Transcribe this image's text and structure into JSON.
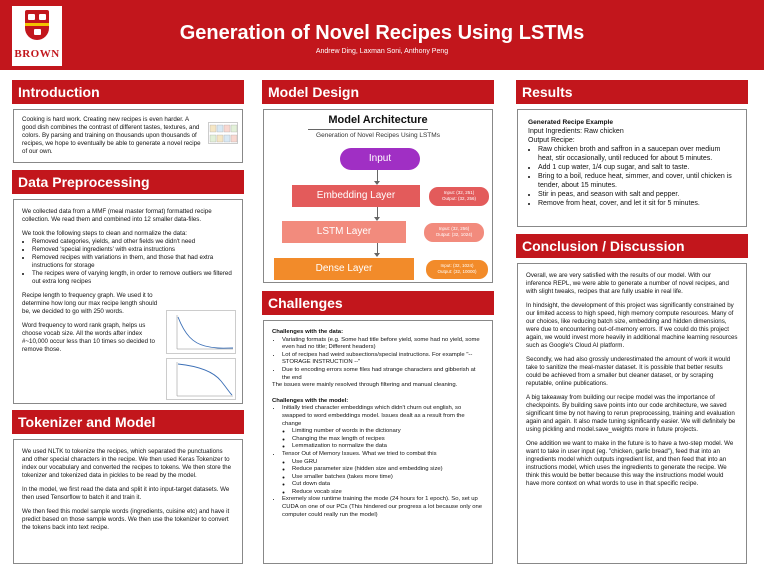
{
  "header": {
    "title": "Generation of Novel Recipes Using LSTMs",
    "authors": "Andrew Ding, Laxman Soni, Anthony Peng",
    "logo_text": "BROWN",
    "background_color": "#c2161c"
  },
  "introduction": {
    "heading": "Introduction",
    "text": "Cooking is hard work. Creating new recipes is even harder. A good dish combines the contrast of different tastes, textures, and colors. By parsing and training on thousands upon thousands of recipes, we hope to eventually be able to generate a novel recipe of our own."
  },
  "data_preprocessing": {
    "heading": "Data Preprocessing",
    "p1": "We collected data from a MMF (meal master format) formatted recipe collection. We read them and combined into 12 smaller data-files.",
    "p2": "We took the following steps to clean and normalize the data:",
    "steps": [
      "Removed categories, yields, and other fields we didn't need",
      "Removed 'special ingredients' with extra instructions",
      "Removed recipes with variations in them, and those that had extra instructions for storage",
      "The recipes were of varying length, in order to remove outliers we filtered out extra long recipes"
    ],
    "p3": "Recipe length to frequency graph. We used it to determine how long our max recipe length should be, we decided to go with 250 words.",
    "p4": "Word frequency to word rank graph, helps us choose vocab size. All the words after index #~10,000 occur less than 10 times so decided to remove those."
  },
  "tokenizer": {
    "heading": "Tokenizer and Model",
    "p1": "We used NLTK to tokenize the recipes, which separated the punctuations and other special characters in the recipe. We then used Keras Tokenizer to index our vocabulary and converted the recipes to tokens. We then store the tokenizer and tokenized data in pickles to be read by the model.",
    "p2": "In the model, we first read the data and split it into input-target datasets. We then used Tensorflow to batch it and train it.",
    "p3": "We then feed this model sample words (ingredients, cuisine etc) and have it predict based on those sample words. We then use the tokenizer to convert the tokens back into text recipe."
  },
  "model_design": {
    "heading": "Model Design",
    "arch_title": "Model Architecture",
    "arch_subtitle": "Generation of Novel Recipes Using LSTMs",
    "nodes": [
      {
        "label": "Input",
        "color": "#a02fc4"
      },
      {
        "label": "Embedding Layer",
        "color": "#e35b5b",
        "shape": "Input: (32, 251)\nOutput: (32, 256)"
      },
      {
        "label": "LSTM Layer",
        "color": "#f28b7d",
        "shape": "Input: (32, 256)\nOutput: (32, 1024)"
      },
      {
        "label": "Dense Layer",
        "color": "#f28b2a",
        "shape": "Input: (32, 1024)\nOutput: (32, 10000)"
      }
    ]
  },
  "challenges": {
    "heading": "Challenges",
    "data_title": "Challenges with the data:",
    "data_items": [
      "Variating formats (e.g. Some had title before yield, some had no yield, some even had no title; Different headers)",
      "Lot of recipes had weird subsections/special instructions. For example \"-- STORAGE INSTRUCTION --\"",
      "Due to encoding errors some files had strange characters and gibberish at the end"
    ],
    "data_note": "The issues were mainly resolved through filtering and manual cleaning.",
    "model_title": "Challenges with the model:",
    "model_item1": "Initially tried character embeddings which didn't churn out english, so swapped to word embeddings model. Issues dealt as a result from the change",
    "model_sub1": [
      "Limiting number of words in the dictionary",
      "Changing the max length of recipes",
      "Lemmatization to normalize the data"
    ],
    "model_item2": "Tensor Out of Memory Issues. What we tried to combat this",
    "model_sub2": [
      "Use GRU",
      "Reduce parameter size (hidden size and embedding size)",
      "Use smaller batches (takes more time)",
      "Cut down data",
      "Reduce vocab size"
    ],
    "model_item3": "Exremely slow runtime training the mode (24 hours for 1 epoch). So, set up CUDA on one of our PCs (This hindered our progress a lot because only one computer could really run the model)"
  },
  "results": {
    "heading": "Results",
    "example_title": "Generated Recipe Example",
    "ingredients": "Input Ingredients: Raw chicken",
    "output_label": "Output Recipe:",
    "steps": [
      "Raw chicken broth and saffron in a saucepan over medium heat, stir occasionally, until reduced for about 5 minutes.",
      "Add 1 cup water, 1/4 cup sugar, and salt to taste.",
      "Bring to a boil, reduce heat, simmer, and cover, until chicken is tender, about 15 minutes.",
      "Stir in peas, and season with salt and pepper.",
      "Remove from heat, cover, and let it sit for 5 minutes."
    ]
  },
  "conclusion": {
    "heading": "Conclusion / Discussion",
    "p1": "Overall, we are very satisfied with the results of our model. With our inference REPL, we were able to generate a number of novel recipes, and with slight tweaks, recipes that are fully usable in real life.",
    "p2": "In hindsight, the development of this project was significantly constrained by our limited access to high speed, high memory compute resources. Many of our choices, like reducing batch size, embedding and hidden dimensions, were due to encountering out-of-memory errors. If we could do this project again, we would invest more heavily in additional machine learning resources such as Google's Cloud AI platform.",
    "p3": "Secondly, we had also grossly underestimated the amount of work it would take to sanitize the meal-master dataset. It is possible that better results could be achieved from a smaller but cleaner dataset, or by scraping reputable, online publications.",
    "p4": "A big takeaway from building our recipe model was the importance of checkpoints. By building save points into our code architecture, we saved significant time by not having to rerun preprocessing, training and evaluation again and again. It also made tuning significantly easier. We will definitely be using pickling and model.save_weights more in future projects.",
    "p5": "One addition we want to make in the future is to have a two-step model. We want to take in user input (eg. \"chicken, garlic bread\"), feed that into an ingredients model which outputs ingredient list, and then feed that into an instructions model, which uses the ingredients to generate the recipe. We think this would be better because this way the instructions model would have more context on what words to use in that specific recipe."
  }
}
